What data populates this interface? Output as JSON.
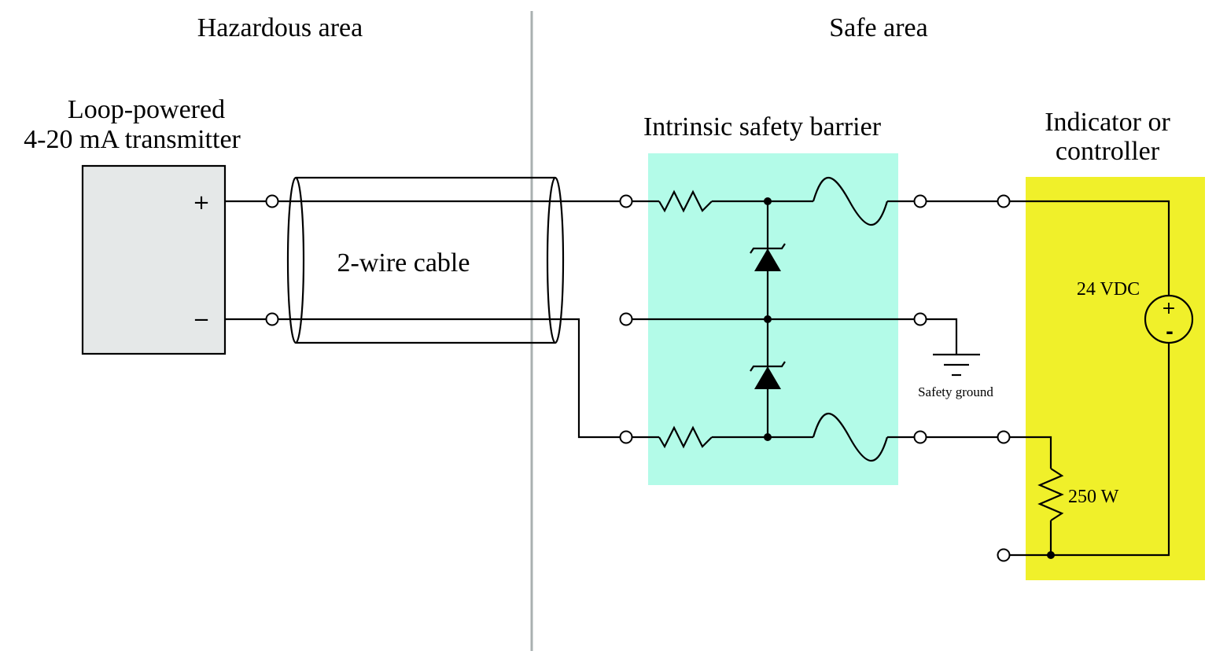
{
  "areas": {
    "hazardous": "Hazardous area",
    "safe": "Safe area"
  },
  "transmitter": {
    "title_line1": "Loop-powered",
    "title_line2": "4-20 mA transmitter",
    "plus": "+",
    "minus": "−",
    "fill": "#e5e8e8"
  },
  "cable": {
    "label": "2-wire cable"
  },
  "barrier": {
    "title": "Intrinsic safety barrier",
    "fill": "#b3fbe8"
  },
  "ground": {
    "label": "Safety ground"
  },
  "controller": {
    "title_line1": "Indicator or",
    "title_line2": "controller",
    "supply_label": "24 VDC",
    "supply_plus": "+",
    "supply_minus": "-",
    "resistor_label": "250 W",
    "fill": "#f0f02a"
  },
  "divider_color": "#a9b0b0"
}
